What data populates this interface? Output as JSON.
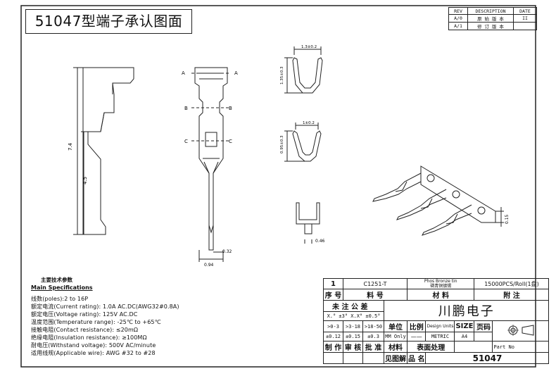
{
  "title": "51047型端子承认图面",
  "revision": {
    "headers": [
      "REV",
      "DESCRIPTION",
      "DATE"
    ],
    "rows": [
      {
        "rev": "A/0",
        "desc": "原 始 版 本",
        "date": "II"
      },
      {
        "rev": "A/1",
        "desc": "修 订 版 本",
        "date": ""
      }
    ]
  },
  "dimensions": {
    "height_total": "7.4",
    "height_lower": "4.5",
    "width_base": "0.94",
    "width_pin": "0.32",
    "top_width_a": "1.3±0.2",
    "top_height_a": "1.35±0.3",
    "top_width_b": "1±0.2",
    "top_height_b": "0.95±0.3",
    "pin_size": "0.46",
    "carrier_thickness": "0.15"
  },
  "section_labels": {
    "a": "A",
    "b": "B",
    "c": "C"
  },
  "specs": {
    "title_cn": "主要技术参数",
    "title_en": "Main Specifications",
    "rows": [
      "线数(poles):2 to 16P",
      "额定电流(Current rating): 1.0A AC.DC(AWG32#0.8A)",
      "额定电压(Voltage rating): 125V AC.DC",
      "温度范围(Temperature range): -25℃ to +65℃",
      "接触电阻(Contact resistance): ≤20mΩ",
      "绝缘电阻(Insulation resistance): ≥100MΩ",
      "耐电压(Withstand voltage): 500V AC/minute",
      "适用线规(Applicable wire): AWG #32 to #28"
    ]
  },
  "title_block": {
    "qty": "1",
    "part_code": "C1251-T",
    "material_1": "Phos Bronze tin",
    "material_2": "磷青铜镀锡",
    "packing": "15000PCS/Roll(1盘)",
    "col_seq": "序 号",
    "col_part": "料 号",
    "col_material": "材 料",
    "col_note": "附 注",
    "tolerance_title": "未 注 公 差",
    "tolerance_angle": "X.° ±3° X.X° ±0.5°",
    "company": "川鹏电子",
    "range_1": ">0-3",
    "range_2": ">3-18",
    "range_3": ">18-50",
    "unit_label": "单位",
    "scale_label": "比例",
    "design_units": "Design Units",
    "size_label": "SIZE",
    "page_label": "页码",
    "tol_1": "±0.12",
    "tol_2": "±0.15",
    "tol_3": "±0.3",
    "unit_value": "MM Only",
    "scale_value": "——",
    "units_value": "METRIC",
    "size_value": "A4",
    "made": "制 作",
    "review": "审 核",
    "approve": "批 准",
    "material_label": "材料",
    "process_label": "表面处理",
    "part_no_label": "Part No",
    "drawing_label": "见图解",
    "name_label": "品 名",
    "part_no": "51047"
  }
}
